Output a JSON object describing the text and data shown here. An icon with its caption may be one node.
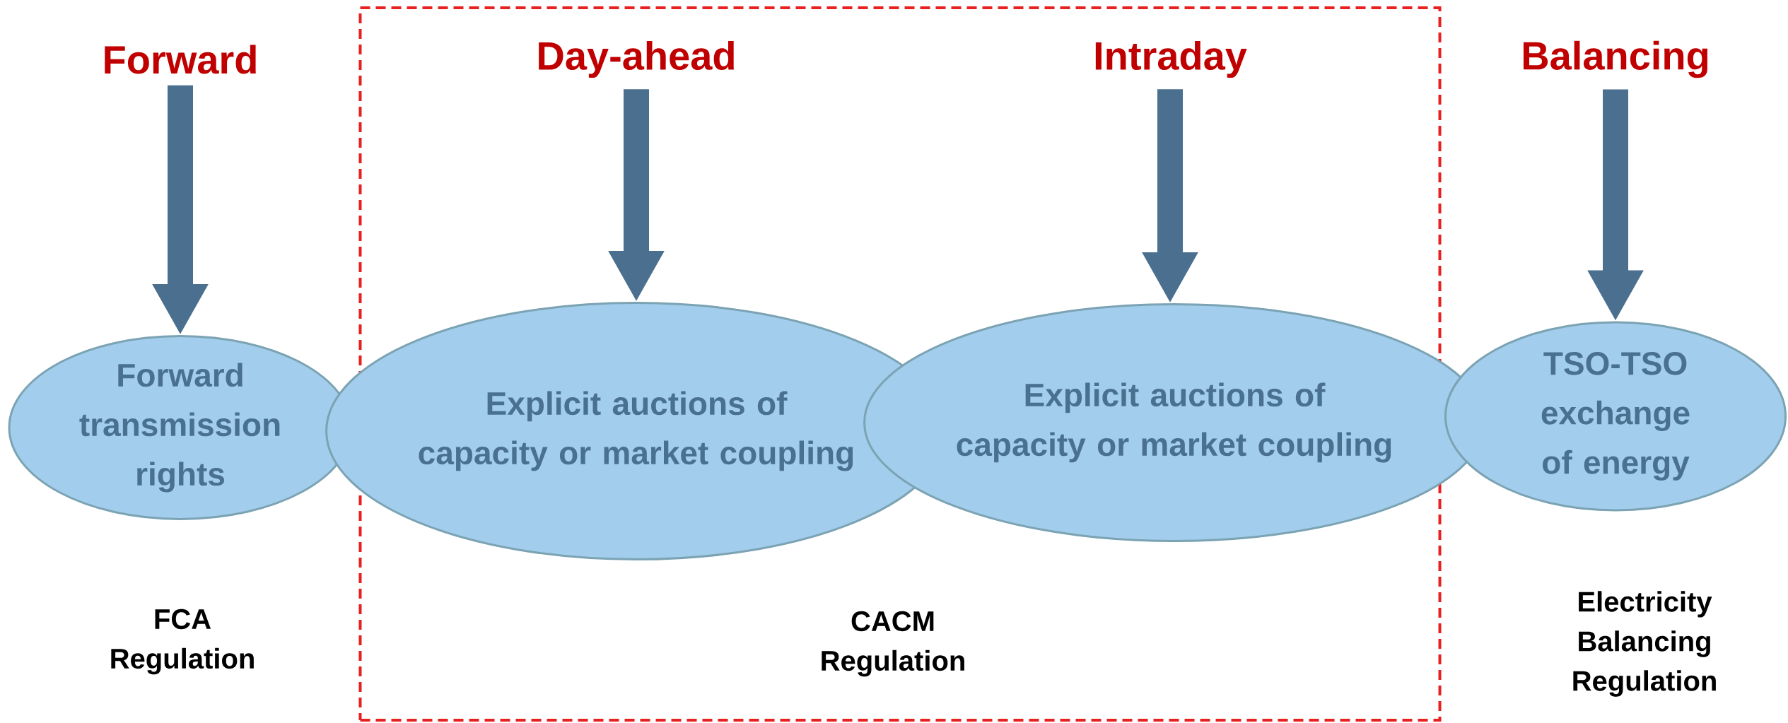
{
  "diagram": {
    "nodes": [
      {
        "text": [
          "Forward"
        ]
      },
      {
        "text": [
          "CACM Regulation"
        ]
      },
      {
        "text": [
          "Day-ahead"
        ],
        "in": 1
      },
      {
        "text": [
          "Intraday"
        ],
        "in": 1
      },
      {
        "text": [
          "Balancing"
        ]
      },
      {
        "text": [
          "Forward transmission rights"
        ],
        "beside": [
          "FCA Regulation"
        ]
      },
      {
        "text": [
          "Explicit auctions of capacity or market coupling"
        ],
        "in": 1
      },
      {
        "text": [
          "Explicit auctions of capacity or market coupling"
        ],
        "in": 1
      },
      {
        "text": [
          "TSO-TSO exchange of energy"
        ],
        "beside": [
          "Electricity Balancing Regulation"
        ]
      }
    ],
    "edges": [
      {
        "from": 0,
        "to": 5,
        "arrow": "to"
      },
      {
        "from": 2,
        "to": 6,
        "arrow": "to"
      },
      {
        "from": 3,
        "to": 7,
        "arrow": "to"
      },
      {
        "from": 4,
        "to": 8,
        "arrow": "to"
      }
    ]
  }
}
